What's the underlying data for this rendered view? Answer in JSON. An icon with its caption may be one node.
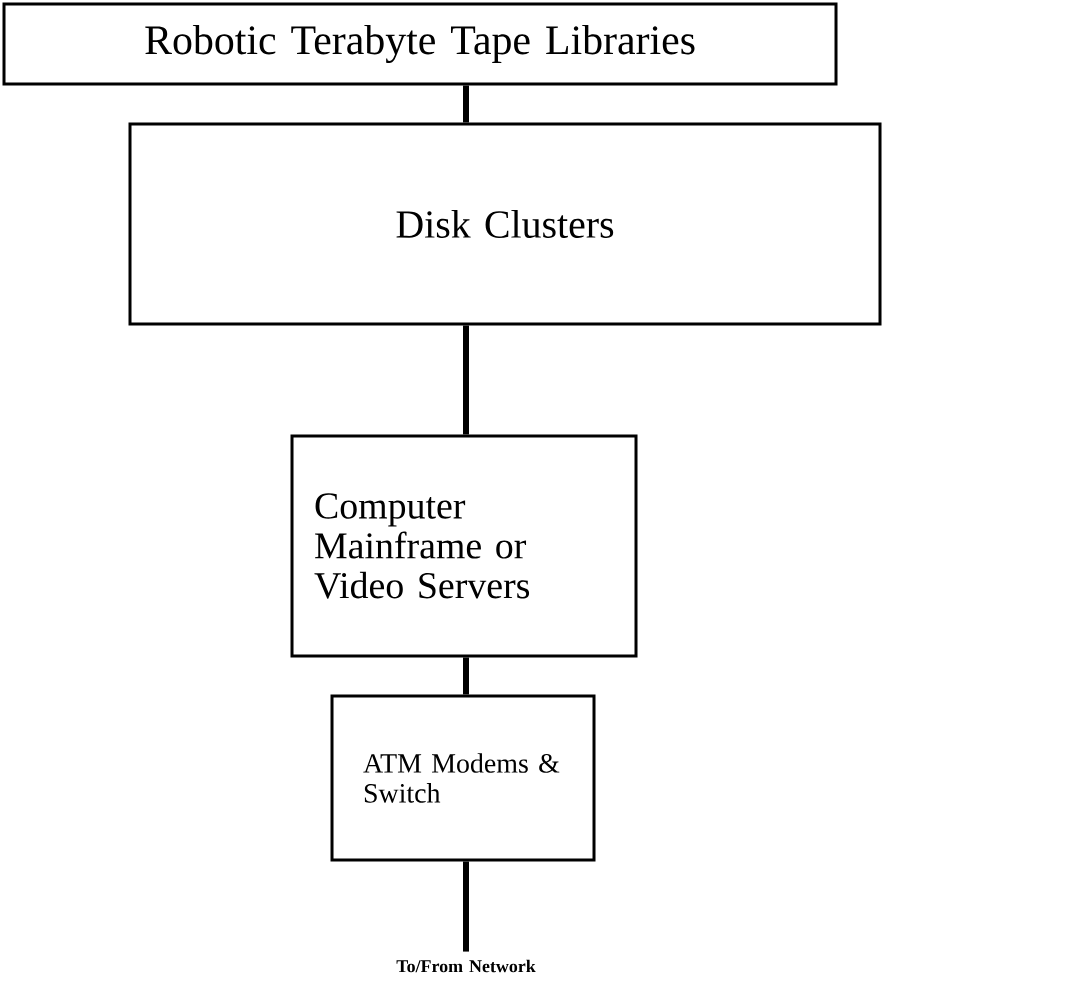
{
  "diagram": {
    "nodes": [
      {
        "text": [
          "Robotic Terabyte Tape Libraries"
        ]
      },
      {
        "text": [
          "Disk Clusters"
        ]
      },
      {
        "text": [
          "Computer Mainframe or Video Servers"
        ]
      },
      {
        "text": [
          "ATM Modems & Switch"
        ]
      },
      {
        "text": [
          "To/From Network"
        ]
      }
    ],
    "edges": [
      {
        "from": 0,
        "to": 1,
        "arrow": "none"
      },
      {
        "from": 1,
        "to": 2,
        "arrow": "none"
      },
      {
        "from": 2,
        "to": 3,
        "arrow": "none"
      },
      {
        "from": 3,
        "to": 4,
        "arrow": "none"
      }
    ]
  }
}
